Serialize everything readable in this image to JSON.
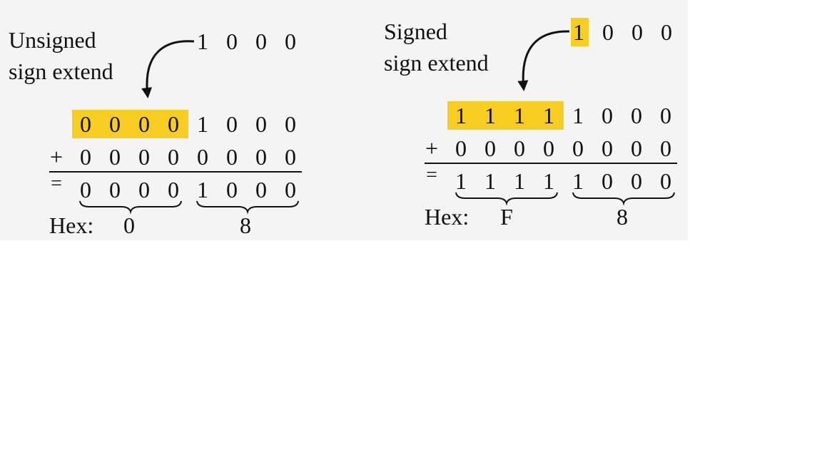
{
  "unsigned": {
    "title_line1": "Unsigned",
    "title_line2": "sign extend",
    "input_bits": [
      "1",
      "0",
      "0",
      "0"
    ],
    "ext_bits": [
      "0",
      "0",
      "0",
      "0"
    ],
    "plus_sign": "+",
    "zero_row": [
      "0",
      "0",
      "0",
      "0",
      "0",
      "0",
      "0",
      "0"
    ],
    "equals_sign": "=",
    "result_bits": [
      "0",
      "0",
      "0",
      "0",
      "1",
      "0",
      "0",
      "0"
    ],
    "hex_label": "Hex:",
    "hex_digits": [
      "0",
      "8"
    ]
  },
  "signed": {
    "title_line1": "Signed",
    "title_line2": "sign extend",
    "input_bits": [
      "1",
      "0",
      "0",
      "0"
    ],
    "ext_bits": [
      "1",
      "1",
      "1",
      "1"
    ],
    "plus_sign": "+",
    "zero_row": [
      "0",
      "0",
      "0",
      "0",
      "0",
      "0",
      "0",
      "0"
    ],
    "equals_sign": "=",
    "result_bits": [
      "1",
      "1",
      "1",
      "1",
      "1",
      "0",
      "0",
      "0"
    ],
    "hex_label": "Hex:",
    "hex_digits": [
      "F",
      "8"
    ]
  },
  "colors": {
    "highlight": "#f8cd22",
    "panel": "#f4f4f4",
    "ink": "#111111"
  }
}
